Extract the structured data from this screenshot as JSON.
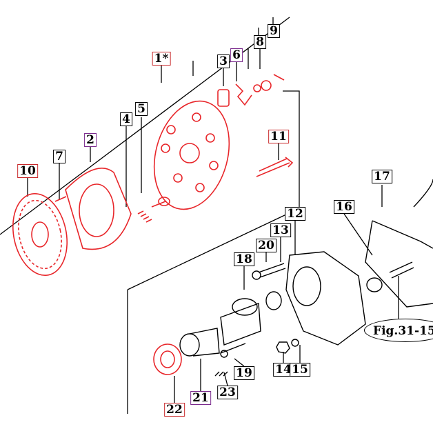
{
  "labels": {
    "p1": "1*",
    "p2": "2",
    "p3": "3",
    "p4": "4",
    "p5": "5",
    "p6": "6",
    "p7": "7",
    "p8": "8",
    "p9": "9",
    "p10": "10",
    "p11": "11",
    "p12": "12",
    "p13": "13",
    "p14": "14",
    "p15": "15",
    "p16": "16",
    "p17": "17",
    "p18": "18",
    "p19": "19",
    "p20": "20",
    "p21": "21",
    "p22": "22",
    "p23": "23"
  },
  "figure_ref": "Fig.31-15",
  "colors": {
    "highlight_part": "#e8262a",
    "red_box": "#c8282a",
    "purple_box": "#7b2b8e",
    "line": "#000000"
  }
}
